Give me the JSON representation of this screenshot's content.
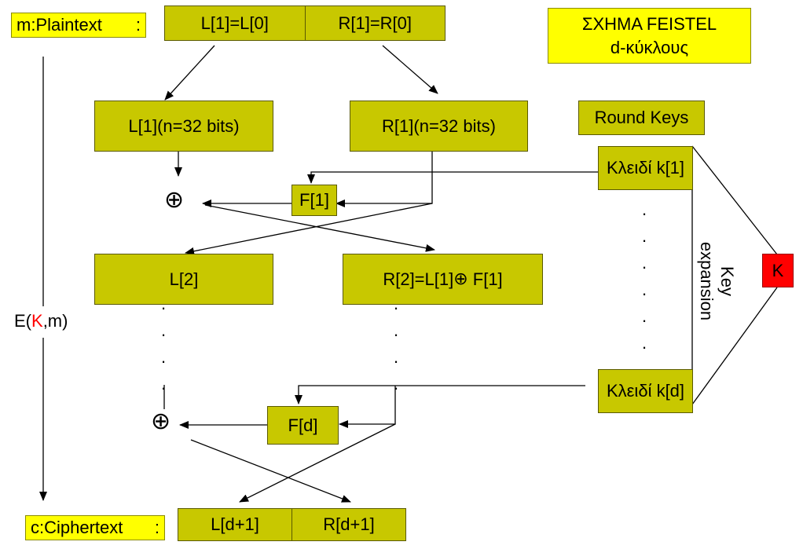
{
  "title": {
    "line1": "ΣΧΗΜΑ FEISTEL",
    "line2": "d-κύκλους"
  },
  "plaintext_label": "m:Plaintext",
  "plaintext_colon": ":",
  "ciphertext_label": "c:Ciphertext",
  "ciphertext_colon": ":",
  "top_split": {
    "left": "L[1]=L[0]",
    "right": "R[1]=R[0]"
  },
  "l1_box": "L[1](n=32 bits)",
  "r1_box": "R[1](n=32 bits)",
  "f1_box": "F[1]",
  "l2_box": "L[2]",
  "r2_box": {
    "prefix": "R[2]=L[1]",
    "xor": "⊕",
    "suffix": " F[1]"
  },
  "fd_box": "F[d]",
  "bottom_split": {
    "left": "L[d+1]",
    "right": "R[d+1]"
  },
  "round_keys_label": "Round Keys",
  "key1_box": "Κλειδί k[1]",
  "keyd_box": "Κλειδί k[d]",
  "master_key": "K",
  "key_expansion": {
    "line1": "Key",
    "line2": "expansion"
  },
  "encryption": {
    "prefix": "E(",
    "key": "K",
    "suffix": ",m)"
  },
  "xor_symbol": "⊕",
  "dot": ".",
  "colors": {
    "box": "#c8c800",
    "highlight": "#ffff00",
    "key": "#ff0000"
  }
}
